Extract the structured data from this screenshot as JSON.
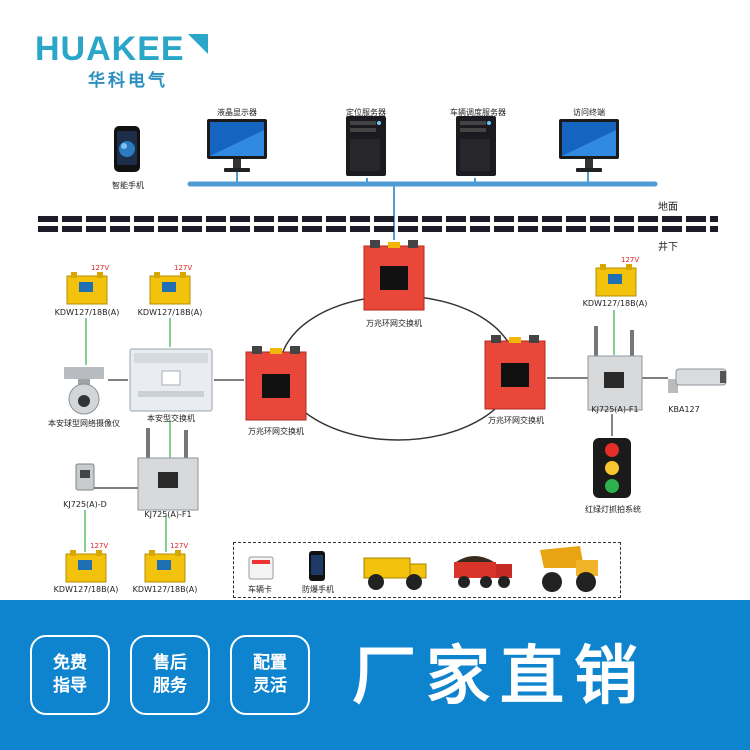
{
  "brand": {
    "logo_text": "HUAKEE",
    "logo_cn": "华科电气"
  },
  "surface": {
    "label_ground": "地面",
    "label_underground": "井下",
    "devices": [
      {
        "label": "智能手机"
      },
      {
        "label": "液晶显示器"
      },
      {
        "label": "定位服务器"
      },
      {
        "label": "车辆调度服务器"
      },
      {
        "label": "访问终端"
      }
    ]
  },
  "network": {
    "switch_top": "万兆环网交换机",
    "switch_left": "万兆环网交换机",
    "switch_right": "万兆环网交换机",
    "local_switch": "本安型交换机",
    "camera": "本安球型网络摄像仪",
    "voltage": "127V",
    "kdw_tl": "KDW127/18B(A)",
    "kdw_tl2": "KDW127/18B(A)",
    "kdw_r": "KDW127/18B(A)",
    "kdw_bl": "KDW127/18B(A)",
    "kdw_bl2": "KDW127/18B(A)",
    "kj_left": "KJ725(A)-F1",
    "kj_right": "KJ725(A)-F1",
    "kj_d": "KJ725(A)-D",
    "kba": "KBA127",
    "traffic": "红绿灯抓拍系统"
  },
  "legend": {
    "card": "车辆卡",
    "phone": "防爆手机"
  },
  "footer": {
    "badge1": [
      "免费",
      "指导"
    ],
    "badge2": [
      "售后",
      "服务"
    ],
    "badge3": [
      "配置",
      "灵活"
    ],
    "slogan": "厂家直销"
  },
  "colors": {
    "switch_red": "#e8473a",
    "brand_blue": "#0e84cf",
    "bus_blue": "#4f9bd6",
    "link_green": "#5cbf6a"
  }
}
